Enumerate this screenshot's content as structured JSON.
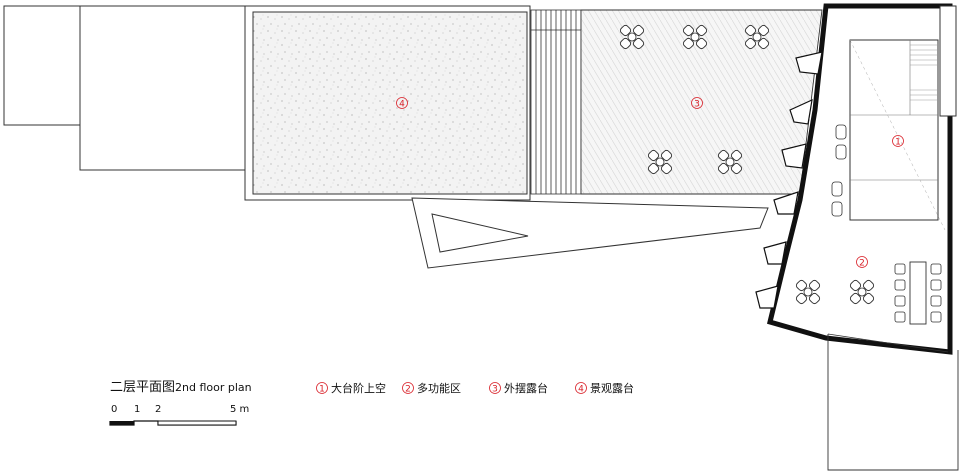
{
  "title": {
    "cn": "二层平面图",
    "en": "2nd floor plan"
  },
  "scale": {
    "ticks": [
      "0",
      "1",
      "2",
      "5 m"
    ]
  },
  "markers": {
    "m1": "1",
    "m2": "2",
    "m3": "3",
    "m4": "4"
  },
  "legend": [
    {
      "num": "1",
      "text": "大台阶上空"
    },
    {
      "num": "2",
      "text": "多功能区"
    },
    {
      "num": "3",
      "text": "外摆露台"
    },
    {
      "num": "4",
      "text": "景观露台"
    }
  ],
  "colors": {
    "accent": "#d9222a",
    "line": "#222222",
    "hatch": "#f4f4f4"
  }
}
